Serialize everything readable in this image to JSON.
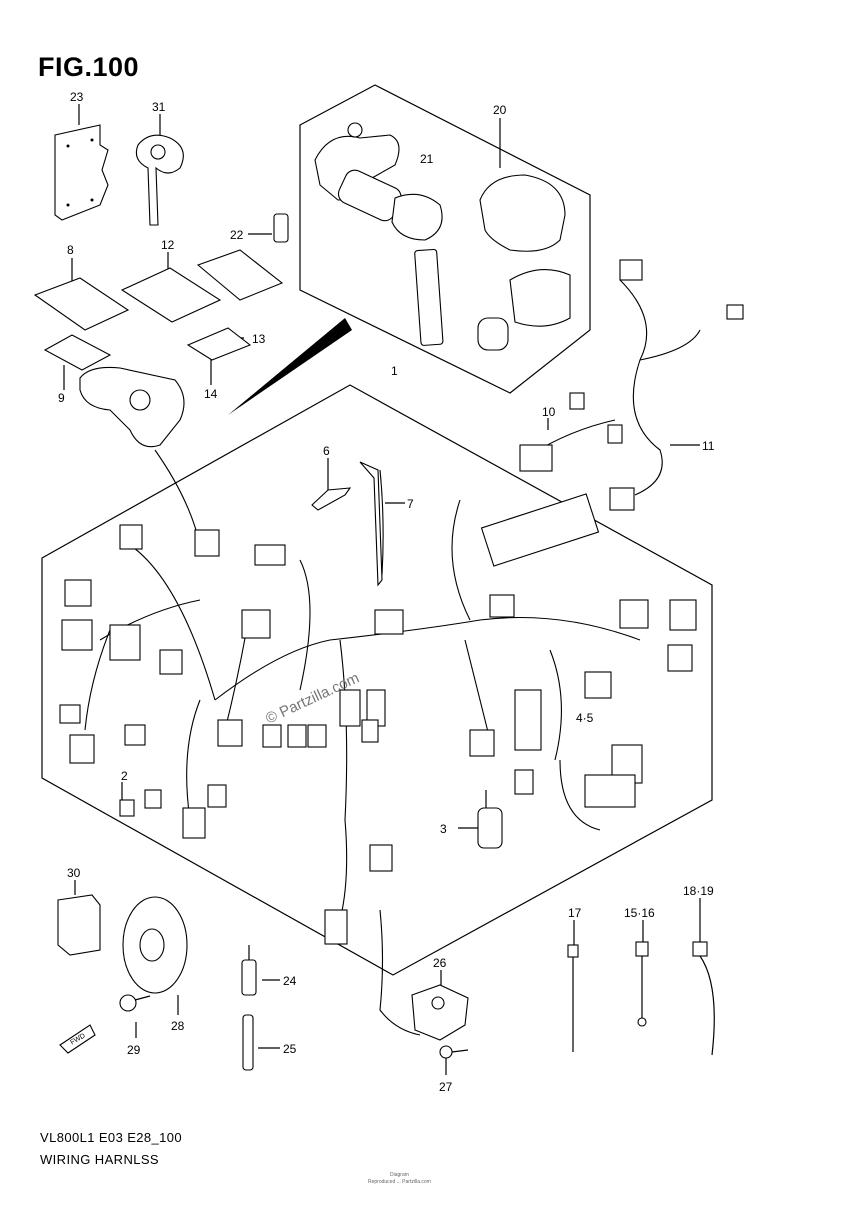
{
  "figure": {
    "title": "FIG.100",
    "model_code": "VL800L1 E03 E28_100",
    "caption": "WIRING HARNLSS",
    "watermark": "© Partzilla.com",
    "fine_print": "Diagram",
    "fine_print_2": "Reproduced ... Partzilla.com"
  },
  "callouts": [
    {
      "id": "c1",
      "label": "1"
    },
    {
      "id": "c2",
      "label": "2"
    },
    {
      "id": "c3",
      "label": "3"
    },
    {
      "id": "c45",
      "label": "4·5"
    },
    {
      "id": "c6",
      "label": "6"
    },
    {
      "id": "c7",
      "label": "7"
    },
    {
      "id": "c8",
      "label": "8"
    },
    {
      "id": "c9",
      "label": "9"
    },
    {
      "id": "c10",
      "label": "10"
    },
    {
      "id": "c11",
      "label": "11"
    },
    {
      "id": "c12",
      "label": "12"
    },
    {
      "id": "c13",
      "label": "13"
    },
    {
      "id": "c14",
      "label": "14"
    },
    {
      "id": "c1516",
      "label": "15·16"
    },
    {
      "id": "c17",
      "label": "17"
    },
    {
      "id": "c1819",
      "label": "18·19"
    },
    {
      "id": "c20",
      "label": "20"
    },
    {
      "id": "c21",
      "label": "21"
    },
    {
      "id": "c22",
      "label": "22"
    },
    {
      "id": "c23",
      "label": "23"
    },
    {
      "id": "c24",
      "label": "24"
    },
    {
      "id": "c25",
      "label": "25"
    },
    {
      "id": "c26",
      "label": "26"
    },
    {
      "id": "c27",
      "label": "27"
    },
    {
      "id": "c28",
      "label": "28"
    },
    {
      "id": "c29",
      "label": "29"
    },
    {
      "id": "c30",
      "label": "30"
    },
    {
      "id": "c31",
      "label": "31"
    }
  ],
  "front_arrow": "FWD"
}
